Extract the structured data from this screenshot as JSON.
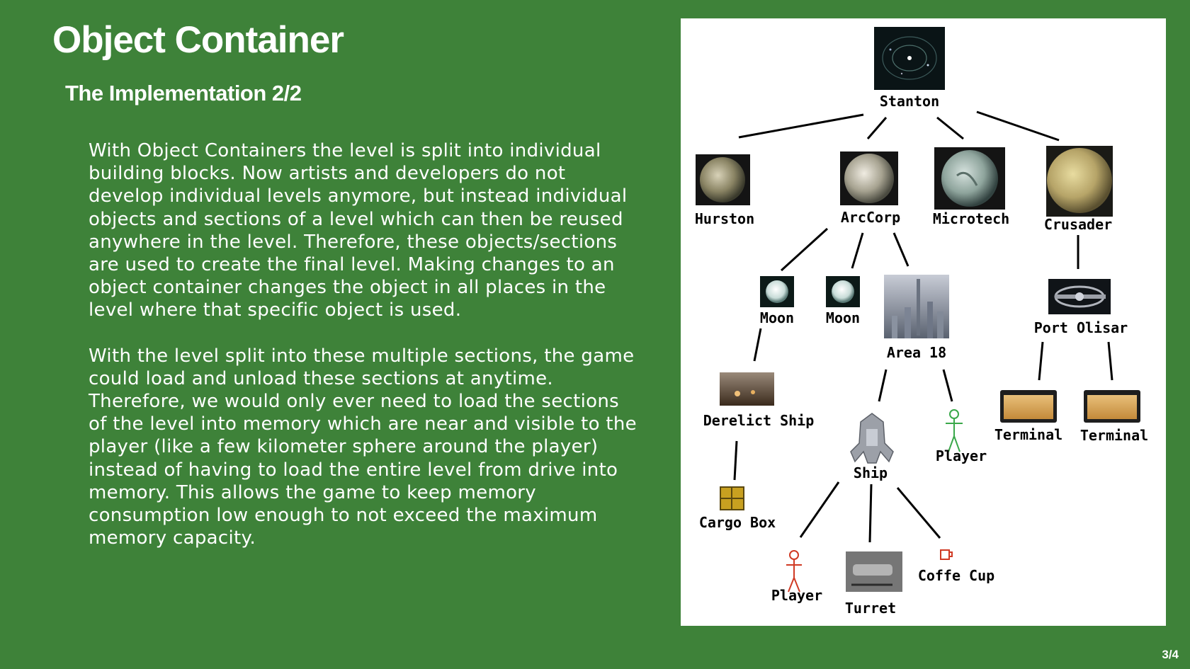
{
  "header": {
    "title": "Object Container",
    "subtitle": "The Implementation 2/2"
  },
  "body": {
    "paragraphs": [
      "With Object Containers the level is split into individual building blocks. Now artists and developers do not develop individual levels anymore, but instead individual objects and sections of a level which can then be reused anywhere in the level. Therefore, these objects/sections are used to create the final level. Making changes to an object container changes the object in all places in the level where that specific object is used.",
      "With the level split into these multiple sections, the game could load and unload these sections at anytime. Therefore, we would only ever need to load the sections of the level into memory which are near and visible to the player (like a few kilometer sphere around the player) instead of having to load the entire level from drive into memory. This allows the game to keep memory consumption low enough to not exceed the maximum memory capacity."
    ]
  },
  "diagram": {
    "nodes": {
      "stanton": "Stanton",
      "hurston": "Hurston",
      "arccorp": "ArcCorp",
      "microtech": "Microtech",
      "crusader": "Crusader",
      "moon_1": "Moon",
      "moon_2": "Moon",
      "area18": "Area 18",
      "port_olisar": "Port Olisar",
      "derelict_ship": "Derelict Ship",
      "cargo_box": "Cargo Box",
      "ship": "Ship",
      "player_area18": "Player",
      "terminal_1": "Terminal",
      "terminal_2": "Terminal",
      "player_ship": "Player",
      "turret": "Turret",
      "coffe_cup": "Coffe Cup"
    }
  },
  "footer": {
    "page": "3/4"
  }
}
